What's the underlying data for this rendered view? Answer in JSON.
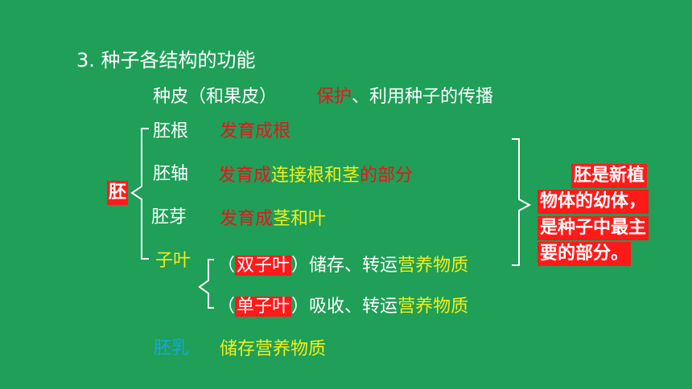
{
  "heading": "3.  种子各结构的功能",
  "seed_coat": {
    "label": "种皮（和果皮）",
    "func_red": "保护",
    "func_rest": "、利用种子的传播"
  },
  "embryo_label": "胚",
  "radicle": {
    "label": "胚根",
    "func": "发育成根"
  },
  "hypocotyl": {
    "label": "胚轴",
    "func_red": "发育成",
    "func_yellow": "连接根和茎",
    "func_red2": "的部分"
  },
  "plumule": {
    "label": "胚芽",
    "func_red": "发育成",
    "func_yellow": "茎和叶"
  },
  "cotyledon": {
    "label": "子叶",
    "dicot": {
      "open": "（",
      "name": "双子叶",
      "close": "）",
      "func_white": "储存、转运",
      "func_yellow": "营养物质"
    },
    "monocot": {
      "open": "（",
      "name": "单子叶",
      "close": "）",
      "func_white": "吸收、转运",
      "func_yellow": "营养物质"
    }
  },
  "endosperm": {
    "label": "胚乳",
    "func_white": "储存",
    "func_yellow": "营养物质"
  },
  "summary": {
    "line1": "胚是新植",
    "line2": "物体的幼体，",
    "line3": "是种子中最主",
    "line4": "要的部分。"
  }
}
